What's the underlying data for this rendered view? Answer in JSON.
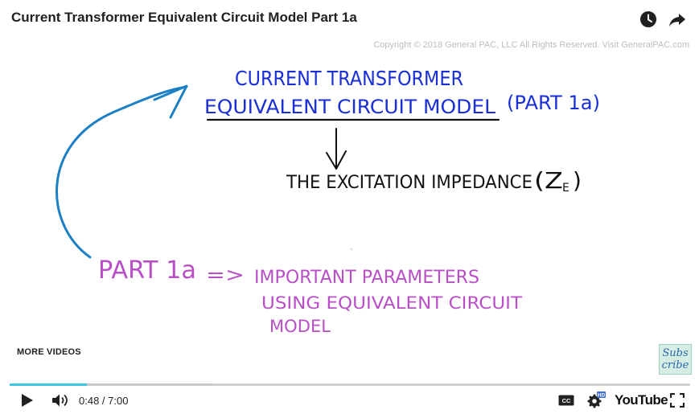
{
  "header": {
    "title": "Current Transformer Equivalent Circuit Model Part 1a",
    "icons": [
      "watch-later-icon",
      "share-icon"
    ]
  },
  "copyright": "Copyright © 2018 General PAC, LLC All Rights Reserved. Visit GeneralPAC.com",
  "whiteboard": {
    "heading_line1": "CURRENT TRANSFORMER",
    "heading_line2": "EQUIVALENT CIRCUIT MODEL",
    "heading_part": "(PART 1a)",
    "subtopic": "THE EXCITATION IMPEDANCE",
    "subtopic_symbol": "(Z",
    "subtopic_symbol_sub": "E",
    "subtopic_close": ")",
    "part_label": "PART 1a",
    "part_arrow": "=>",
    "part_line1": "IMPORTANT PARAMETERS",
    "part_line2": "USING EQUIVALENT CIRCUIT",
    "part_line3": "MODEL",
    "colors": {
      "blue": "#1a2fd6",
      "black": "#111111",
      "magenta": "#b84fc6",
      "arc": "#1d7fc4"
    }
  },
  "more_videos": "MORE VIDEOS",
  "subscribe": {
    "line1": "Subs",
    "line2": "cribe"
  },
  "player": {
    "current_time": "0:48",
    "duration": "7:00",
    "time_display": "0:48 / 7:00",
    "played_fraction": 0.114,
    "buffered_fraction": 0.298,
    "progress_color": "#3ec8e0",
    "brand": "YouTube"
  }
}
